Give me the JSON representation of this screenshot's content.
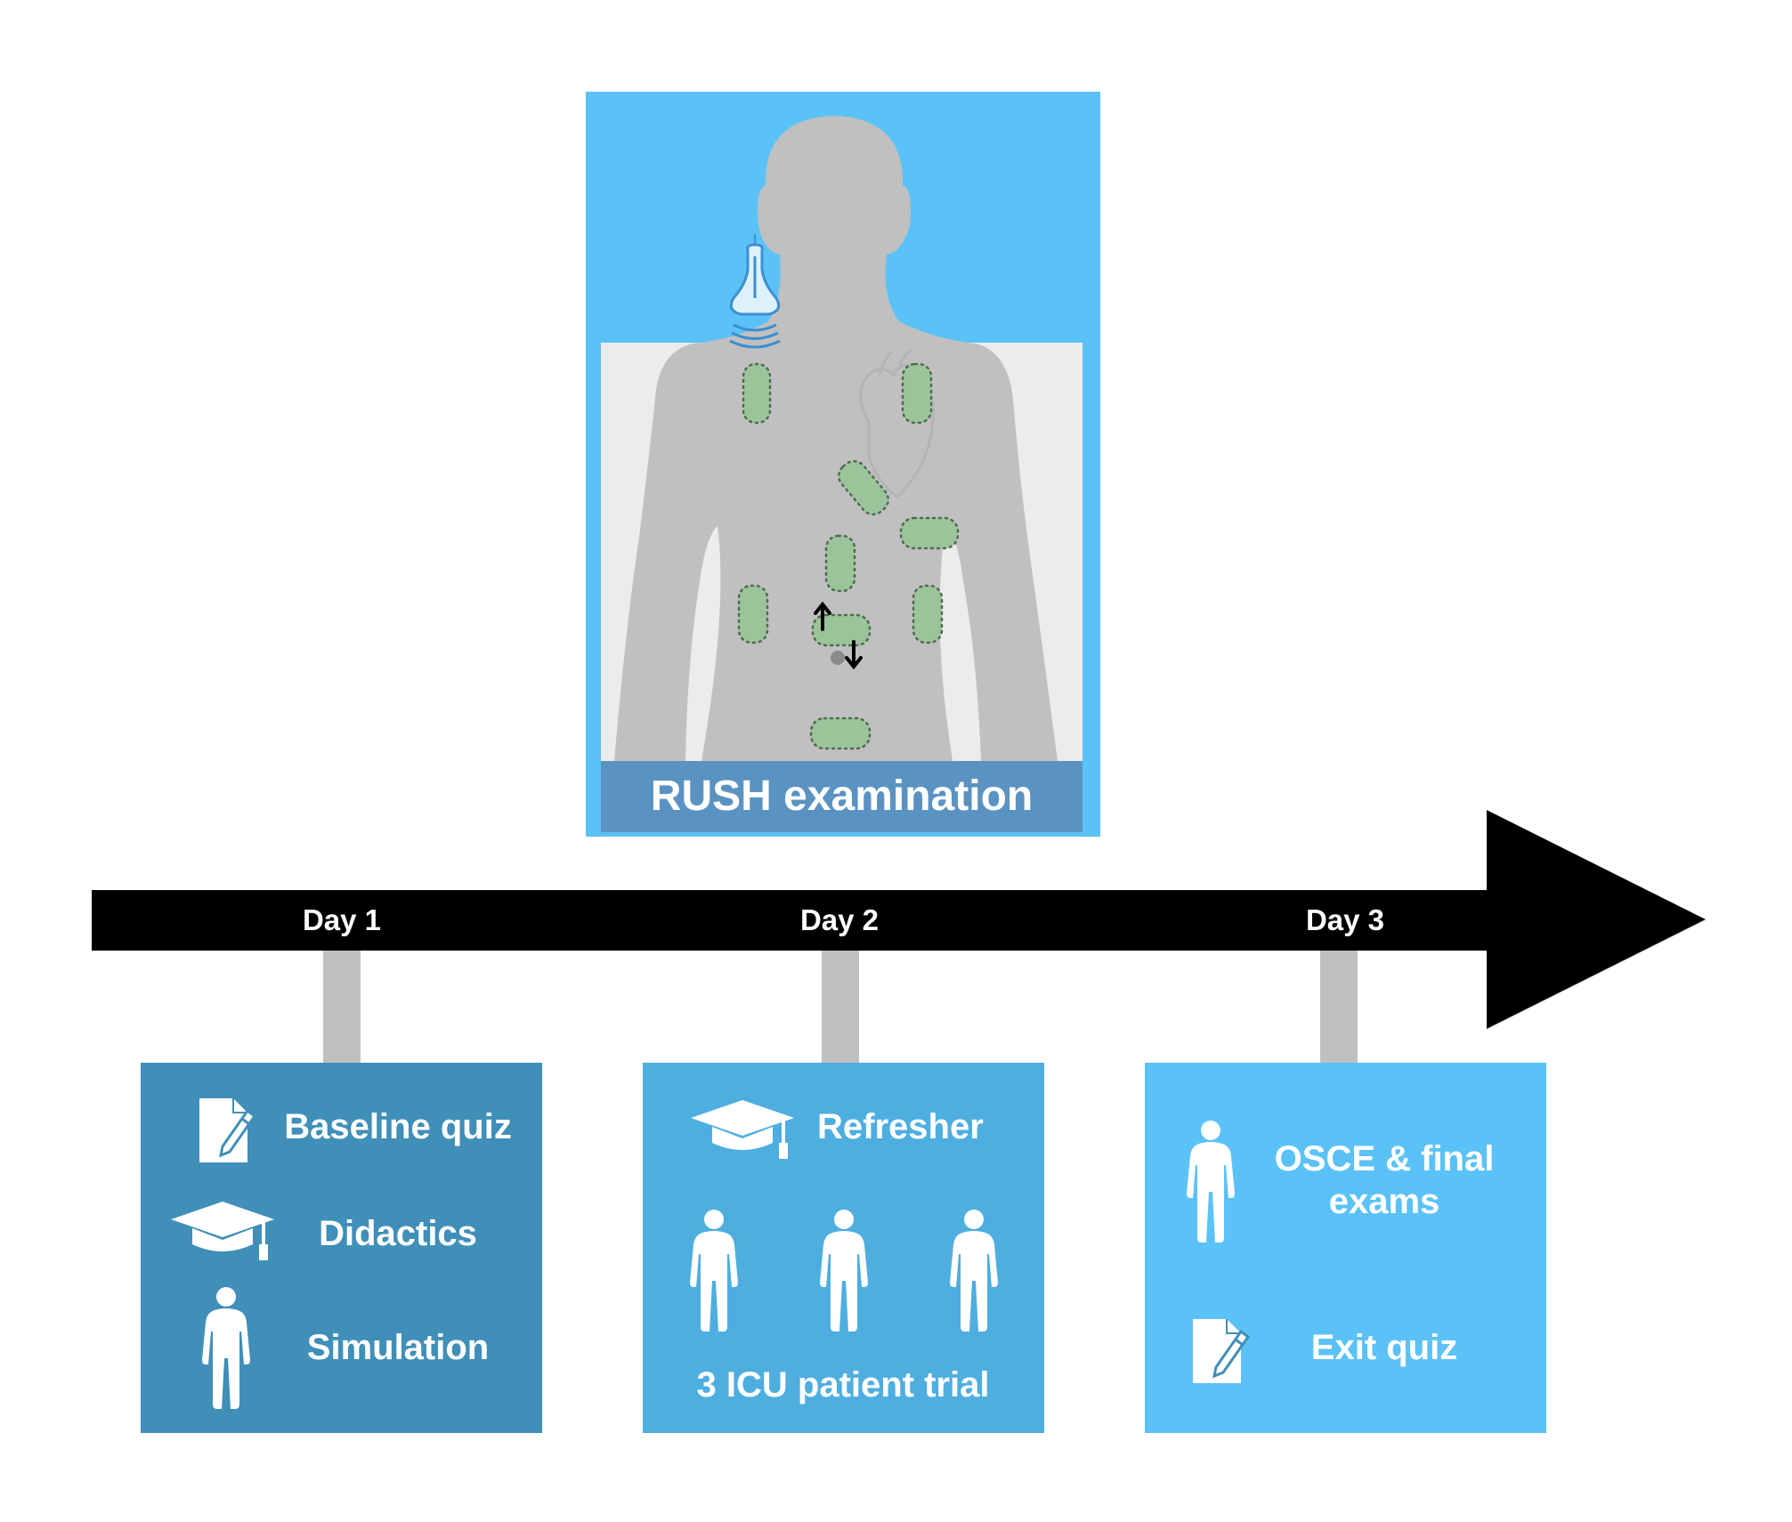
{
  "figure": {
    "exam_title": "RUSH examination",
    "colors": {
      "light_blue": "#5bc2f7",
      "mid_blue": "#4eaee0",
      "dark_blue": "#408fb8",
      "label_bar": "#5a93c2",
      "body_gray": "#c0c0c0",
      "zone_green": "#9cc49a"
    }
  },
  "timeline": {
    "days": [
      "Day 1",
      "Day 2",
      "Day 3"
    ]
  },
  "day1": {
    "items": [
      {
        "label": "Baseline quiz",
        "icon": "quiz-icon"
      },
      {
        "label": "Didactics",
        "icon": "graduation-cap-icon"
      },
      {
        "label": "Simulation",
        "icon": "person-icon"
      }
    ]
  },
  "day2": {
    "refresher_label": "Refresher",
    "trial_label": "3 ICU patient trial"
  },
  "day3": {
    "osce_line1": "OSCE & final",
    "osce_line2": "exams",
    "exit_label": "Exit quiz"
  }
}
